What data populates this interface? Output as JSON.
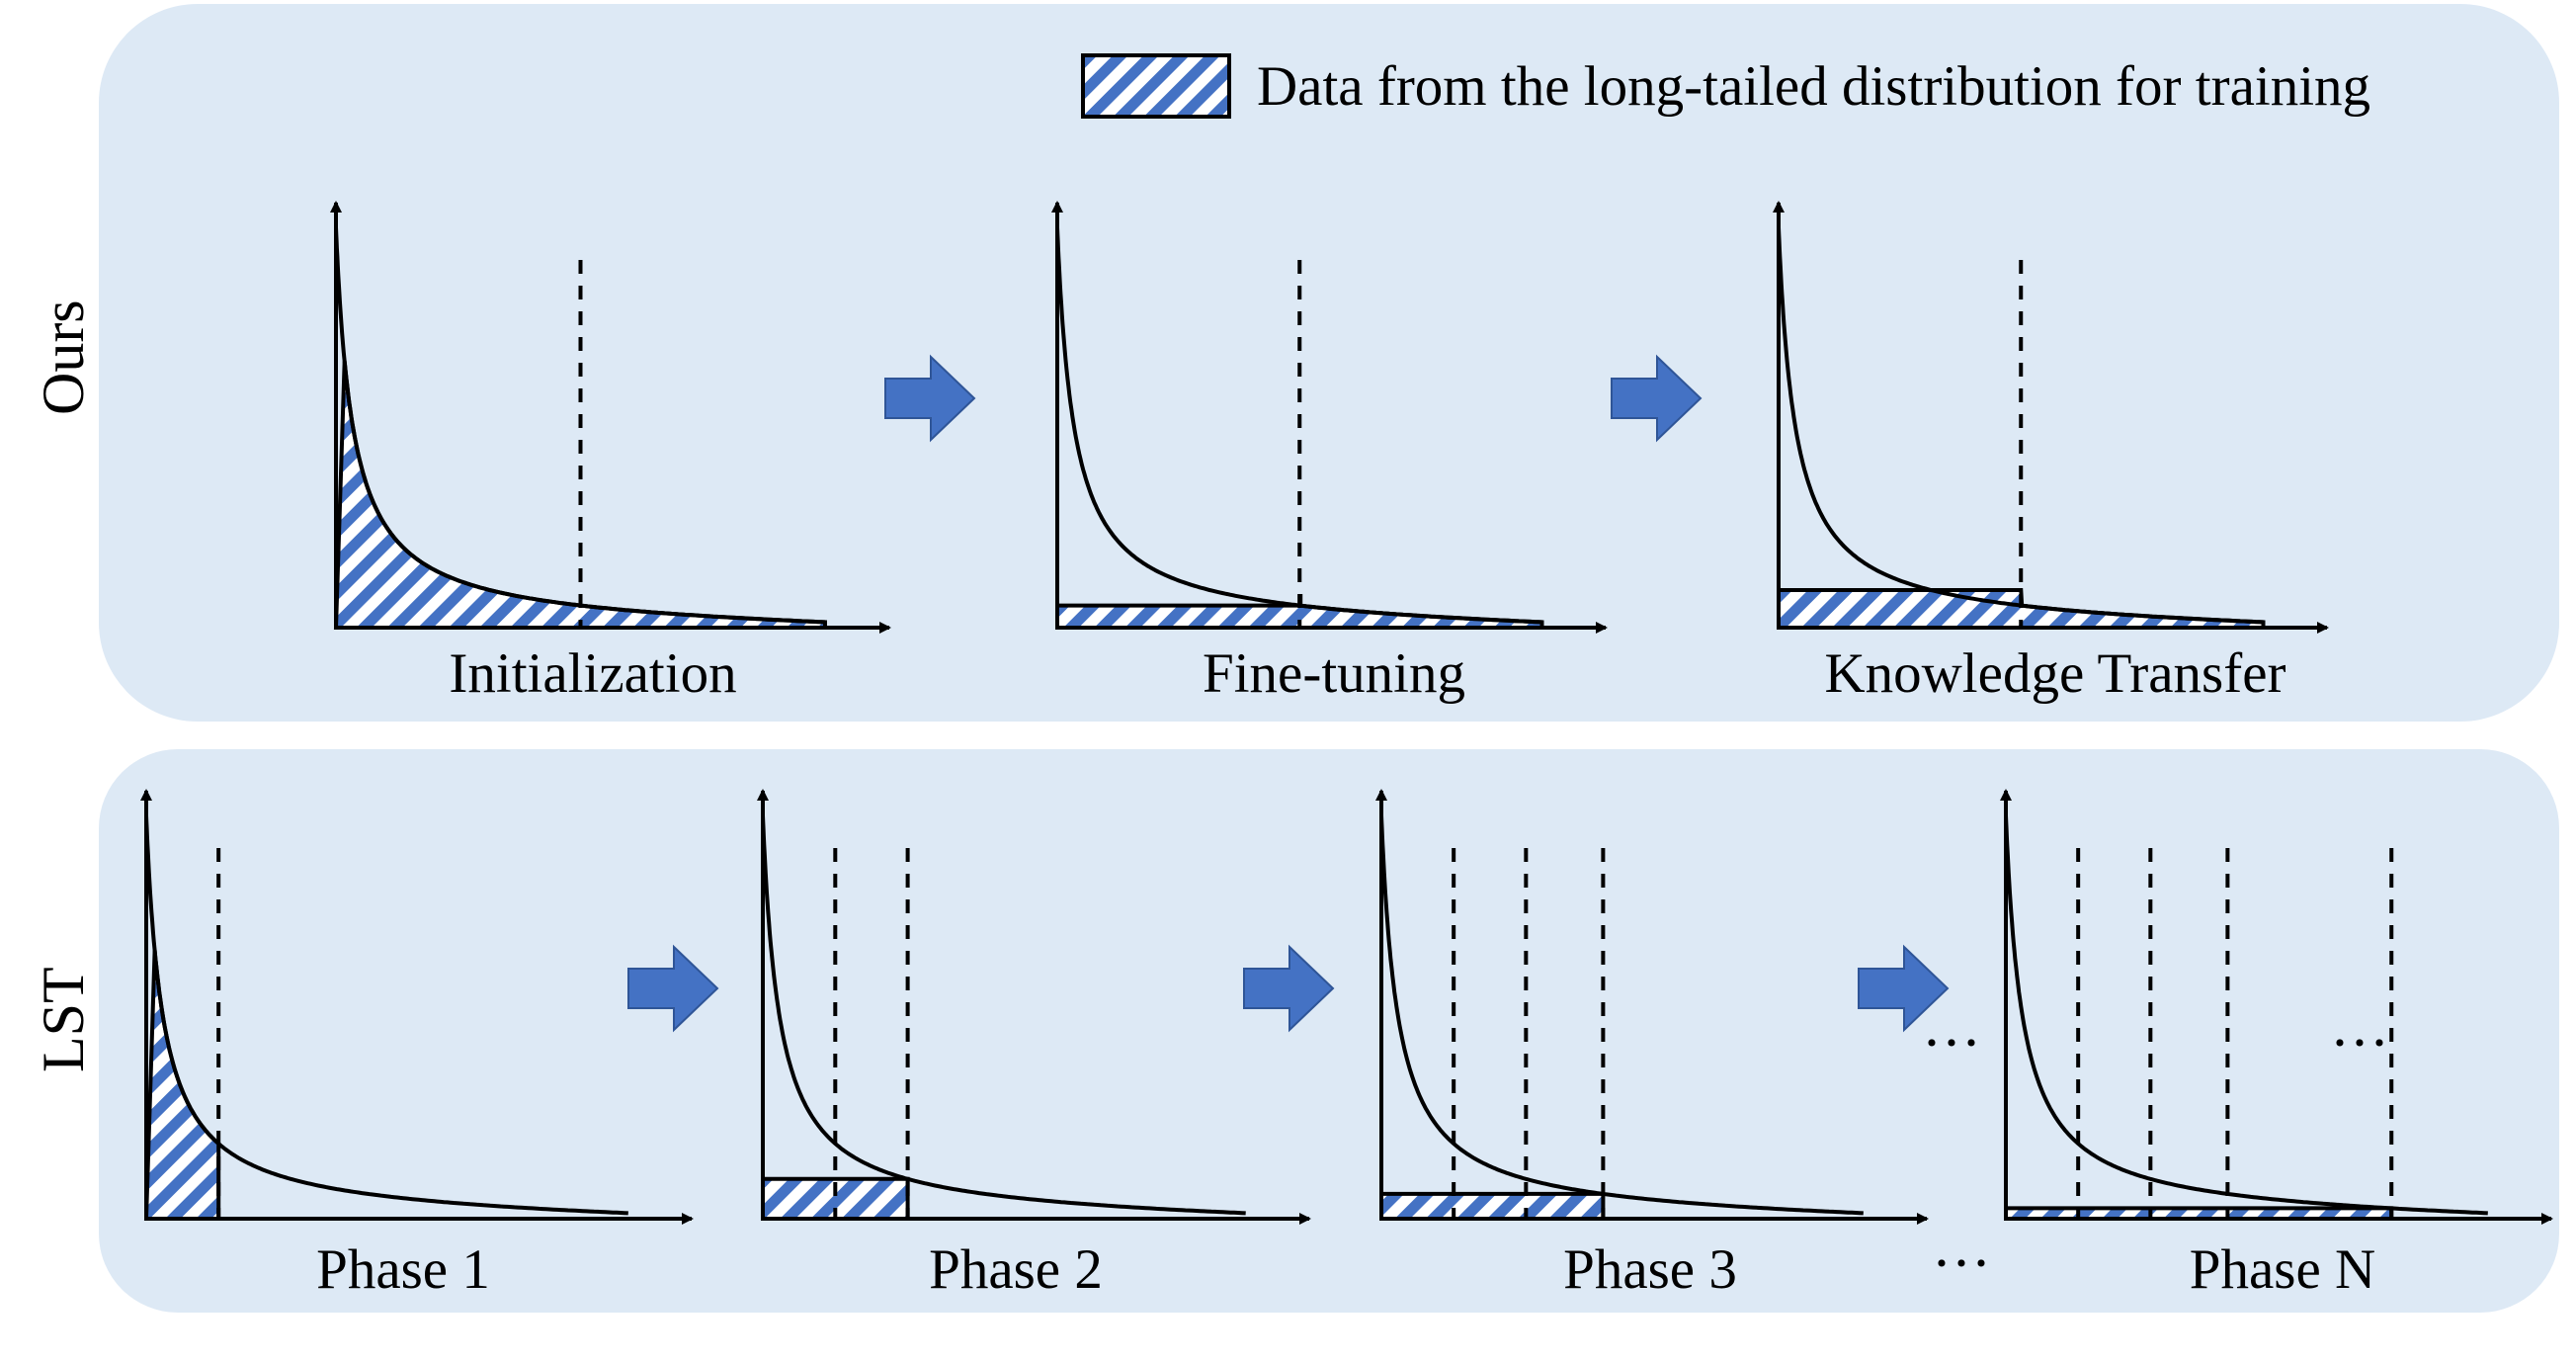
{
  "legend": {
    "text": "Data from the long-tailed distribution for training"
  },
  "colors": {
    "panel_background": "#dde9f5",
    "hatch": "#4472c4",
    "arrow": "#4472c4"
  },
  "rows": [
    {
      "id": "ours",
      "label": "Ours",
      "charts": [
        {
          "id": "initialization",
          "caption": "Initialization",
          "dividers": [
            0.5
          ],
          "shading": "full-head"
        },
        {
          "id": "fine-tuning",
          "caption": "Fine-tuning",
          "dividers": [
            0.5
          ],
          "shading": "step"
        },
        {
          "id": "knowledge-transfer",
          "caption": "Knowledge Transfer",
          "dividers": [
            0.5
          ],
          "shading": "uniform-low"
        }
      ]
    },
    {
      "id": "lst",
      "label": "LST",
      "charts": [
        {
          "id": "phase-1",
          "caption": "Phase 1",
          "dividers": [
            0.15
          ],
          "shading": "head-only"
        },
        {
          "id": "phase-2",
          "caption": "Phase 2",
          "dividers": [
            0.15,
            0.3
          ],
          "shading": "bar"
        },
        {
          "id": "phase-3",
          "caption": "Phase 3",
          "dividers": [
            0.15,
            0.3,
            0.46
          ],
          "shading": "bar"
        },
        {
          "id": "phase-n",
          "caption": "Phase N",
          "dividers": [
            0.15,
            0.3,
            0.46,
            0.8
          ],
          "shading": "bar"
        }
      ]
    }
  ],
  "ellipsis": "···",
  "ellipsis_inner": "···"
}
